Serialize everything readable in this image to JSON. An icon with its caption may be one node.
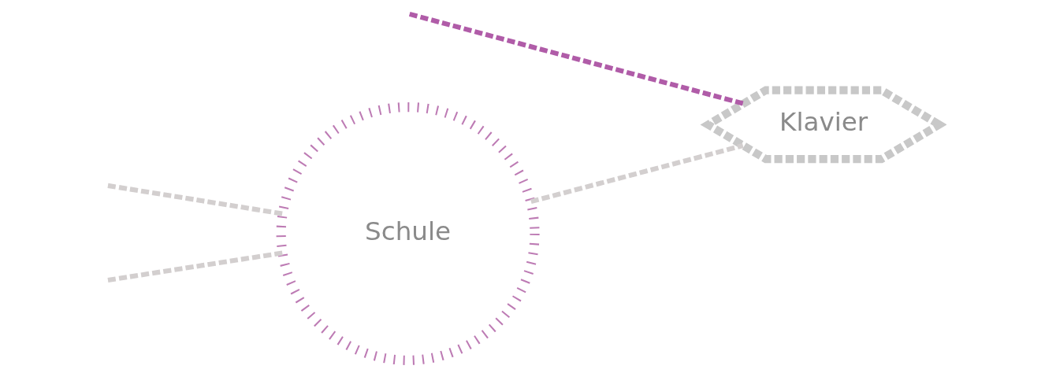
{
  "diagram": {
    "nodes": [
      {
        "text": [
          "Schule"
        ]
      },
      {
        "text": [
          "Klavier"
        ]
      }
    ],
    "edges": [
      {
        "from": null,
        "to": 0,
        "arrow": "none",
        "style": "dashed"
      },
      {
        "from": null,
        "to": 0,
        "arrow": "none",
        "style": "dashed"
      },
      {
        "from": 0,
        "to": 1,
        "arrow": "none",
        "style": "dashed"
      },
      {
        "from": null,
        "to": 1,
        "arrow": "none",
        "style": "dashed",
        "color": "#b05ca8"
      }
    ]
  }
}
